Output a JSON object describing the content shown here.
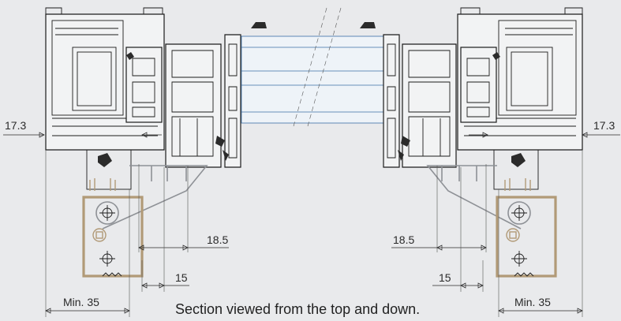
{
  "caption": "Section viewed from the top and down.",
  "dimensions": {
    "left_17_3": "17.3",
    "right_17_3": "17.3",
    "left_18_5": "18.5",
    "right_18_5": "18.5",
    "left_15": "15",
    "right_15": "15",
    "left_min_35": "Min. 35",
    "right_min_35": "Min. 35"
  },
  "colors": {
    "background": "#e9eaec",
    "profile_line": "#1c1c1c",
    "glass_line": "#3b6fa6",
    "hardware_tan": "#b19a77",
    "hardware_gray": "#8e9196"
  }
}
